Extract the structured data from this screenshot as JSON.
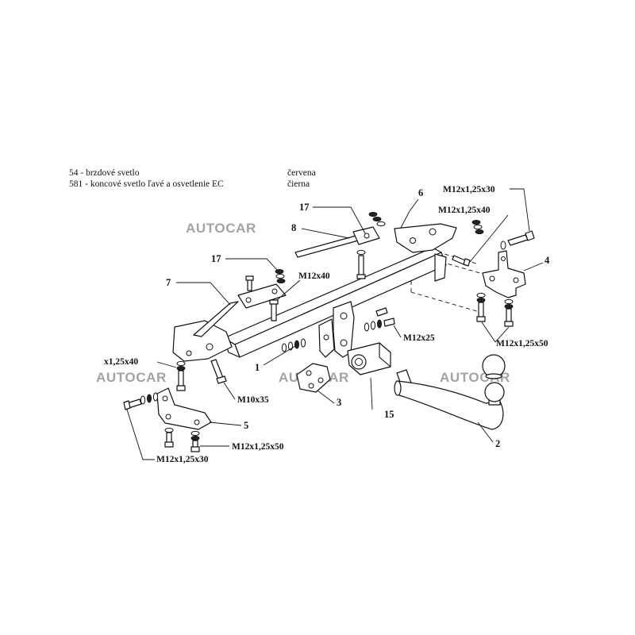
{
  "legend": {
    "rows": [
      {
        "item": "54  - brzdové svetlo",
        "color": "červena"
      },
      {
        "item": "581 - koncové svetlo ľavé a osvetlenie EC",
        "color": "čierna"
      }
    ]
  },
  "watermark": "AUTOCAR",
  "parts": {
    "p1": "1",
    "p2": "2",
    "p3": "3",
    "p4": "4",
    "p5": "5",
    "p6": "6",
    "p7": "7",
    "p8": "8",
    "p15": "15",
    "p17_top": "17",
    "p17_mid": "17"
  },
  "bolts": {
    "top_right_1": "M12x1,25x30",
    "top_right_2": "M12x1,25x40",
    "center_top": "M12x40",
    "center_right": "M12x25",
    "right_bottom": "M12x1,25x50",
    "center_bottom": "M10x35",
    "left_top": "x1,25x40",
    "left_bottom_1": "M12x1,25x50",
    "left_bottom_2": "M12x1,25x30"
  }
}
